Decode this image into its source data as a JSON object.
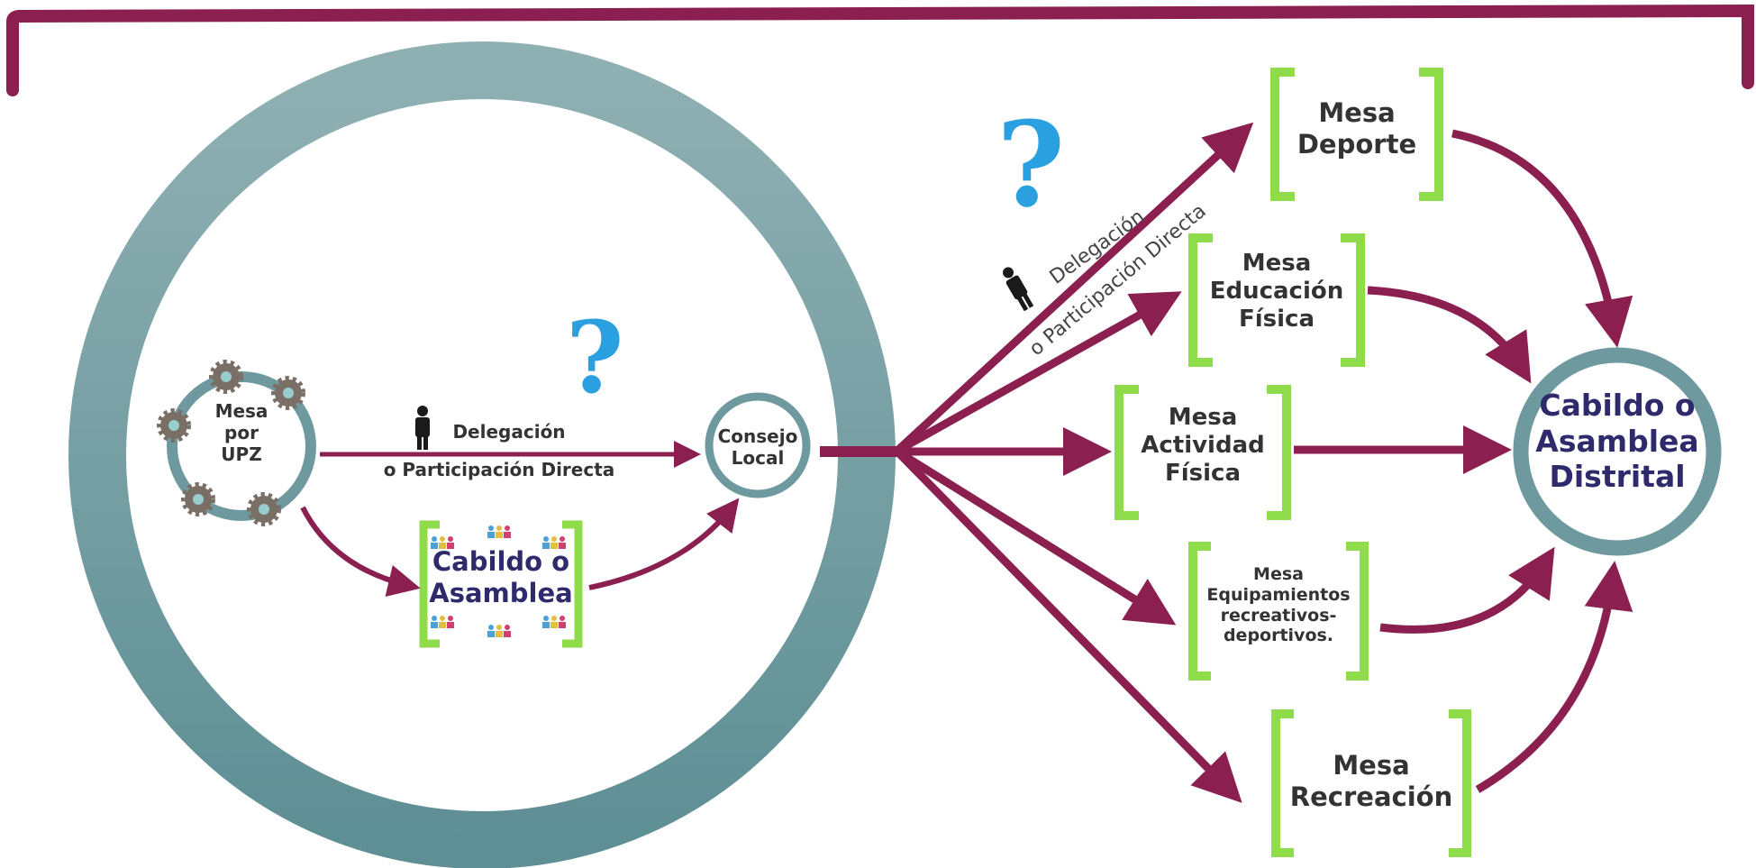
{
  "colors": {
    "frame": "#8b2050",
    "ring": "#6e9a9f",
    "bracket": "#8fdc4a",
    "arrow": "#8b2050",
    "question": "#2aa0e0",
    "title_text": "#2e2a6b"
  },
  "nodes": {
    "mesa_upz": "Mesa\npor\nUPZ",
    "consejo_local": "Consejo\nLocal",
    "cabildo_local": "Cabildo o\nAsamblea",
    "cabildo_distrital": "Cabildo o\nAsamblea\nDistrital",
    "mesa_deporte": "Mesa\nDeporte",
    "mesa_educacion": "Mesa\nEducación\nFísica",
    "mesa_actividad": "Mesa\nActividad\nFísica",
    "mesa_equipamientos": "Mesa\nEquipamientos\nrecreativos-\ndeportivos.",
    "mesa_recreacion": "Mesa\nRecreación"
  },
  "labels": {
    "delegacion": "Delegación",
    "participacion": "o Participación Directa",
    "delegacion_diag": "Delegación",
    "participacion_diag": "o Participación Directa",
    "question": "?"
  },
  "icons": {
    "person": "person-icon",
    "gear": "gear-icon",
    "people": "people-icon"
  }
}
